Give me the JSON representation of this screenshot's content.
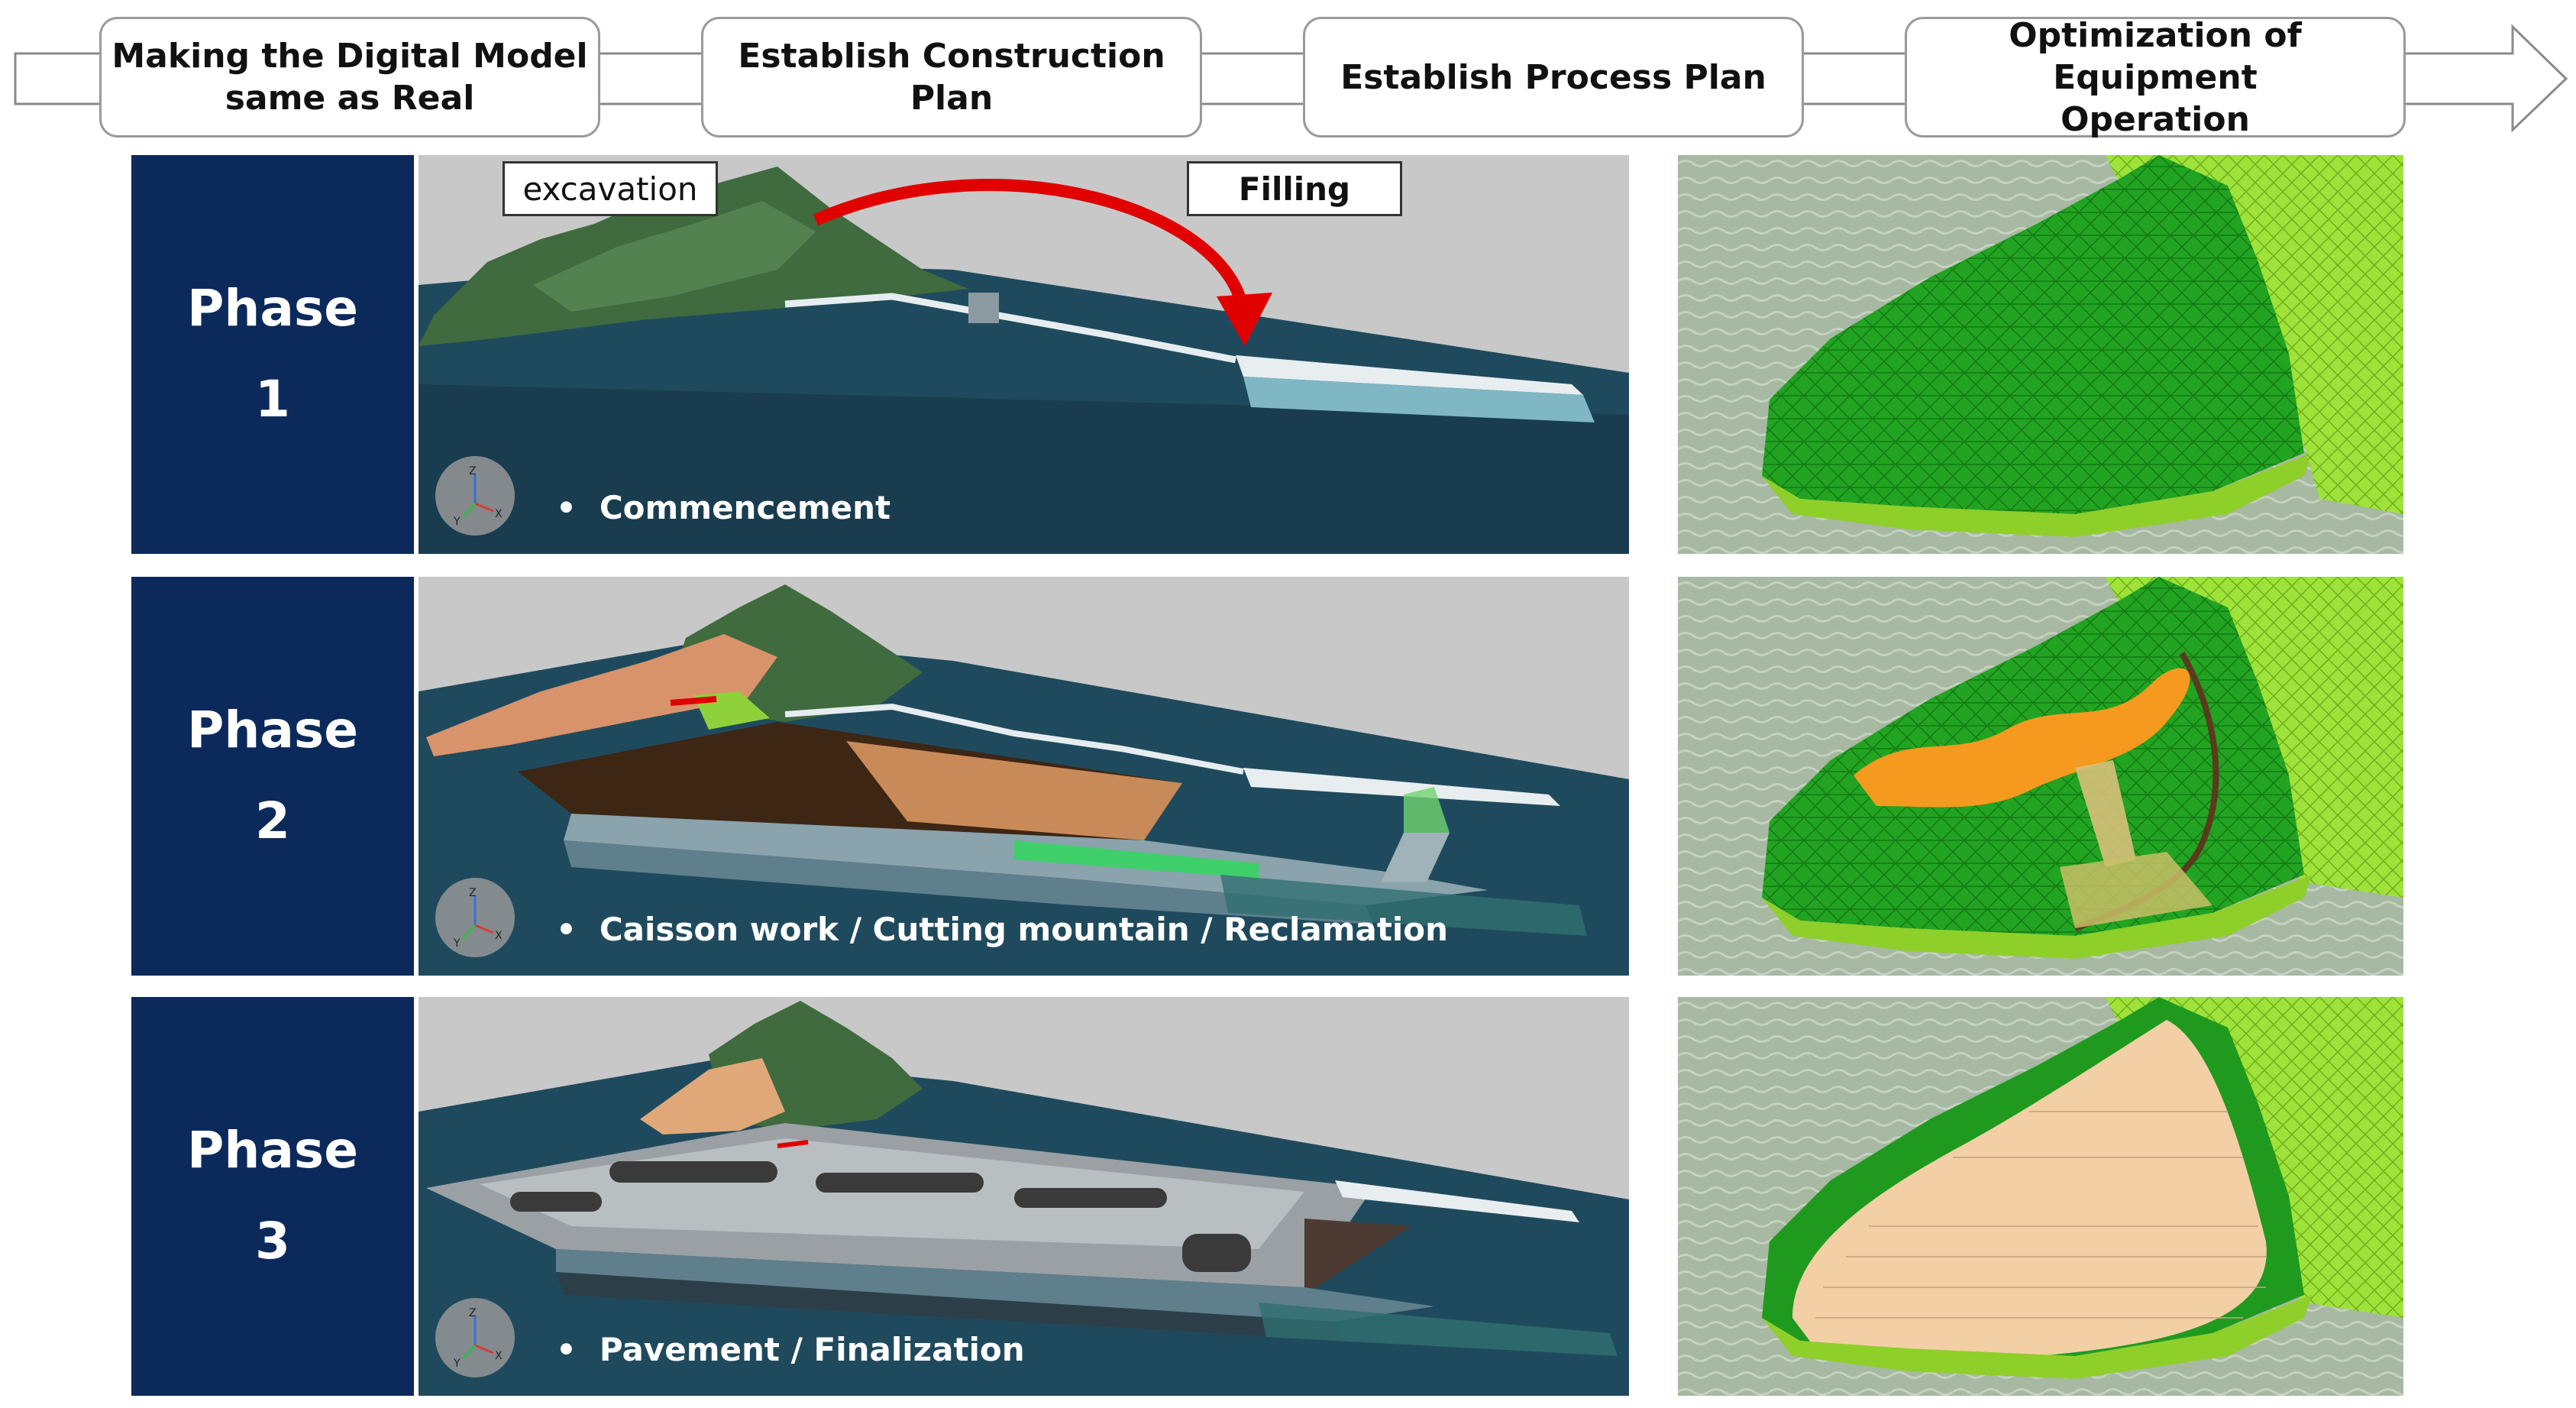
{
  "process_flow": {
    "steps": [
      {
        "label": "Making the Digital Model\nsame as Real"
      },
      {
        "label": "Establish Construction Plan"
      },
      {
        "label": "Establish Process Plan"
      },
      {
        "label": "Optimization of Equipment\nOperation"
      }
    ]
  },
  "phases": [
    {
      "word": "Phase",
      "number": "1",
      "caption": "Commencement",
      "bullet": "•"
    },
    {
      "word": "Phase",
      "number": "2",
      "caption": "Caisson work / Cutting mountain / Reclamation",
      "bullet": "•"
    },
    {
      "word": "Phase",
      "number": "3",
      "caption": "Pavement / Finalization",
      "bullet": "•"
    }
  ],
  "annotations": {
    "excavation": "excavation",
    "filling": "Filling"
  },
  "axis_widget": {
    "z": "Z",
    "x": "X",
    "y": "Y"
  },
  "colors": {
    "phase_panel": "#0b2a5b",
    "sea": "#1e4a5e",
    "arrow": "#e00000",
    "terrain_green": "#2aa82a",
    "cut_orange": "#f59a1e",
    "fill_beige": "#f2cfa5"
  },
  "icons": {
    "flow_arrow": "block-arrow-right",
    "axis": "xyz-axis-icon",
    "transfer_arrow": "curved-arrow-icon"
  }
}
